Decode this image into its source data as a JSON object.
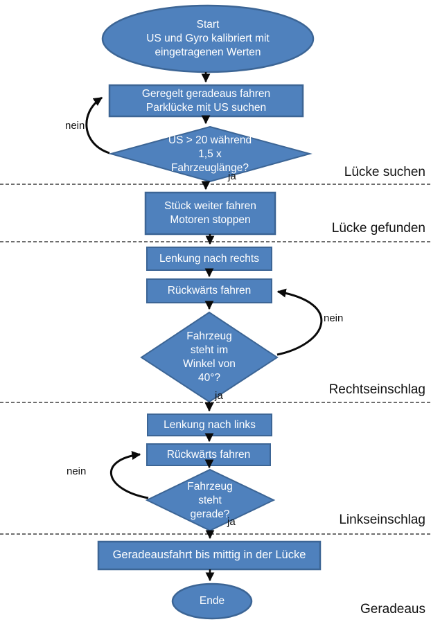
{
  "diagram": {
    "title_hint": "Einpark-Ablauf Flussdiagramm",
    "nodes": {
      "start": {
        "type": "ellipse",
        "label": "Start\nUS und Gyro kalibriert mit\neingetragenen Werten"
      },
      "drive_search": {
        "type": "process",
        "label": "Geregelt geradeaus fahren\nParklücke mit US suchen"
      },
      "gap_check": {
        "type": "decision",
        "label": "US > 20 während\n1,5 x\nFahrzeuglänge?"
      },
      "stop_motors": {
        "type": "process",
        "label": "Stück weiter fahren\nMotoren stoppen"
      },
      "steer_right": {
        "type": "process",
        "label": "Lenkung nach rechts"
      },
      "reverse_1": {
        "type": "process",
        "label": "Rückwärts fahren"
      },
      "angle_check": {
        "type": "decision",
        "label": "Fahrzeug\nsteht im\nWinkel von\n40°?"
      },
      "steer_left": {
        "type": "process",
        "label": "Lenkung nach links"
      },
      "reverse_2": {
        "type": "process",
        "label": "Rückwärts fahren"
      },
      "straight_check": {
        "type": "decision",
        "label": "Fahrzeug\nsteht\ngerade?"
      },
      "drive_middle": {
        "type": "process",
        "label": "Geradeausfahrt bis mittig in der Lücke"
      },
      "end": {
        "type": "ellipse",
        "label": "Ende"
      }
    },
    "edge_labels": {
      "nein_1": "nein",
      "ja_1": "ja",
      "nein_2": "nein",
      "ja_2": "ja",
      "nein_3": "nein",
      "ja_3": "ja"
    },
    "sections": {
      "s1": "Lücke suchen",
      "s2": "Lücke gefunden",
      "s3": "Rechtseinschlag",
      "s4": "Linkseinschlag",
      "s5": "Geradeaus"
    },
    "colors": {
      "shape_fill": "#4f81bd",
      "shape_border": "#3c6595",
      "arrow": "#0a0a0a",
      "label_text": "#111111",
      "shape_text": "#ffffff"
    }
  }
}
